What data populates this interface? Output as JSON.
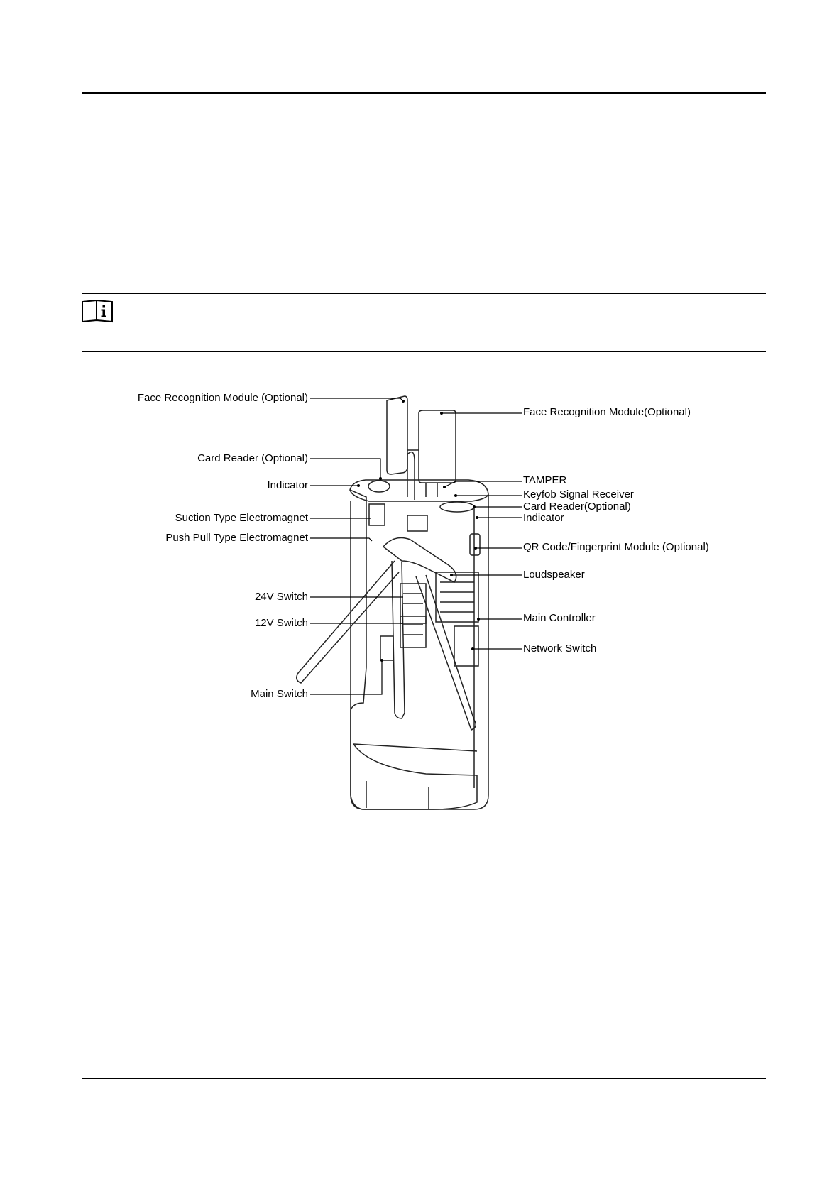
{
  "diagram": {
    "left_labels": [
      {
        "key": "face_left",
        "text": "Face Recognition Module (Optional)"
      },
      {
        "key": "card_left",
        "text": "Card Reader (Optional)"
      },
      {
        "key": "indicator_left",
        "text": "Indicator"
      },
      {
        "key": "suction",
        "text": "Suction Type Electromagnet"
      },
      {
        "key": "pushpull",
        "text": "Push Pull Type Electromagnet"
      },
      {
        "key": "sw24",
        "text": "24V Switch"
      },
      {
        "key": "sw12",
        "text": "12V Switch"
      },
      {
        "key": "mainsw",
        "text": "Main Switch"
      }
    ],
    "right_labels": [
      {
        "key": "face_right",
        "text": "Face Recognition Module(Optional)"
      },
      {
        "key": "tamper",
        "text": "TAMPER"
      },
      {
        "key": "keyfob",
        "text": "Keyfob Signal Receiver"
      },
      {
        "key": "card_right",
        "text": "Card Reader(Optional)"
      },
      {
        "key": "indicator_right",
        "text": "Indicator"
      },
      {
        "key": "qr",
        "text": "QR Code/Fingerprint Module (Optional)"
      },
      {
        "key": "speaker",
        "text": "Loudspeaker"
      },
      {
        "key": "mainctrl",
        "text": "Main Controller"
      },
      {
        "key": "netsw",
        "text": "Network Switch"
      }
    ]
  }
}
